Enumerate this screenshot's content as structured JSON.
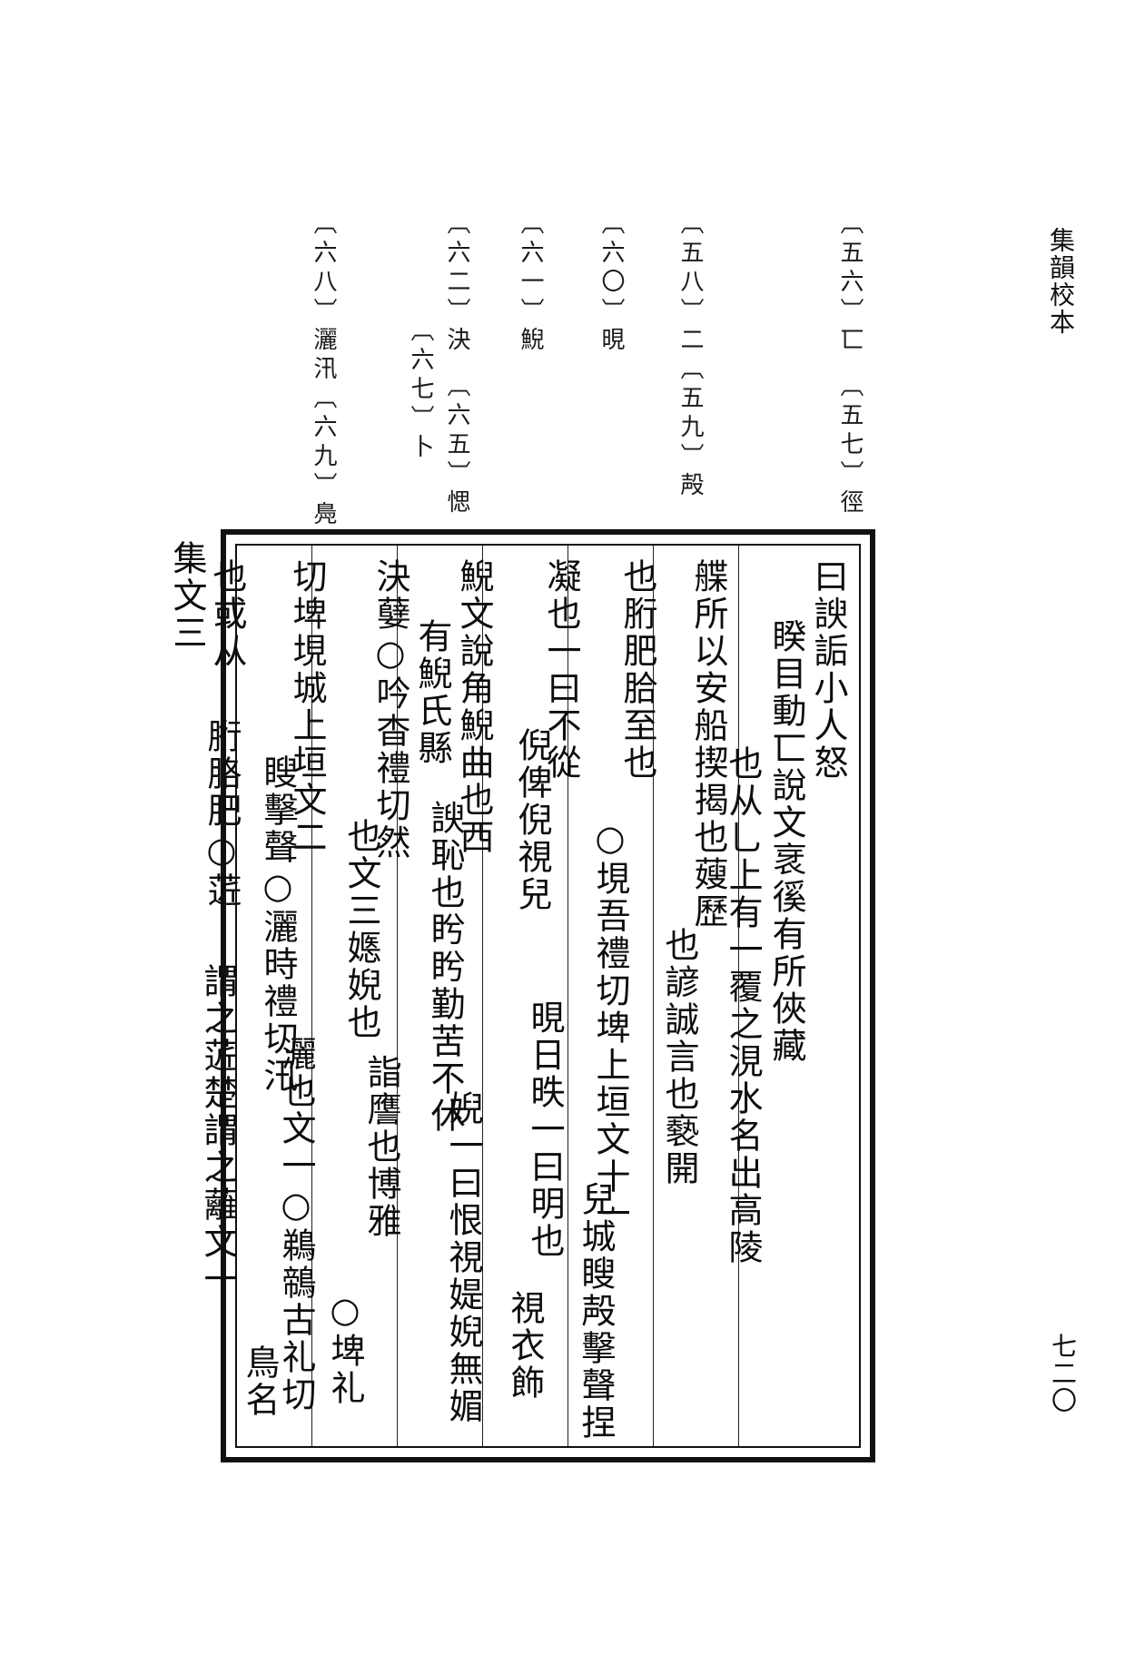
{
  "header": {
    "title": "集韻校本"
  },
  "footer": {
    "page_number": "七二〇"
  },
  "annotations": [
    "〔五六〕匸　〔五七〕徑",
    "〔五八〕二〔五九〕殸",
    "〔六〇〕晛",
    "〔六一〕鯢",
    "〔六二〕決　〔六五〕愢",
    "〔六七〕卜",
    "〔六八〕灑汛〔六九〕鳧"
  ],
  "columns": [
    "曰諛詬小人怒",
    "睽目動匸說文衺徯有所俠藏",
    "也从乚上有一覆之涀水名出高陵",
    "艓所以安船揳揭也䕅歷",
    "也諺誠言也褻開",
    "也胻肥䏩至也",
    "○垷吾禮切埤上垣文十一",
    "兒城瞍殸擊聲捏",
    "凝也一曰不從",
    "倪俾倪視兒",
    "晛日昳一曰明也",
    "視衣飾",
    "鯢文說角鯢曲也西",
    "諛恥也盻盻勤苦不休",
    "婗一曰恨視媞婗無媚",
    "有鯢氏縣",
    "決㜸○吟杳禮切然",
    "也文三嫕婗也",
    "詣譍也博雅",
    "○埤礼",
    "切埤垷城上垣文二",
    "瞍擊聲○灑時禮切汛",
    "灑也文一○鵜鶙古礼切",
    "鳥名",
    "也或从",
    "胻胳肥○菦",
    "謂之菦楚謂之蘺文一",
    "集文三"
  ]
}
